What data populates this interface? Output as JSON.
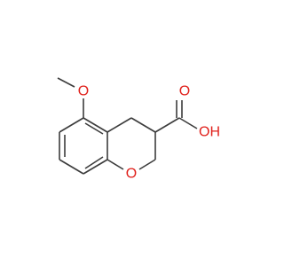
{
  "molecule": {
    "atoms": {
      "methoxy_o": "O",
      "ring_o": "O",
      "carbonyl_o": "O",
      "hydroxyl": "OH"
    },
    "colors": {
      "bond": "#3c3c3c",
      "oxygen": "#e0201b",
      "background": "#ffffff"
    }
  }
}
